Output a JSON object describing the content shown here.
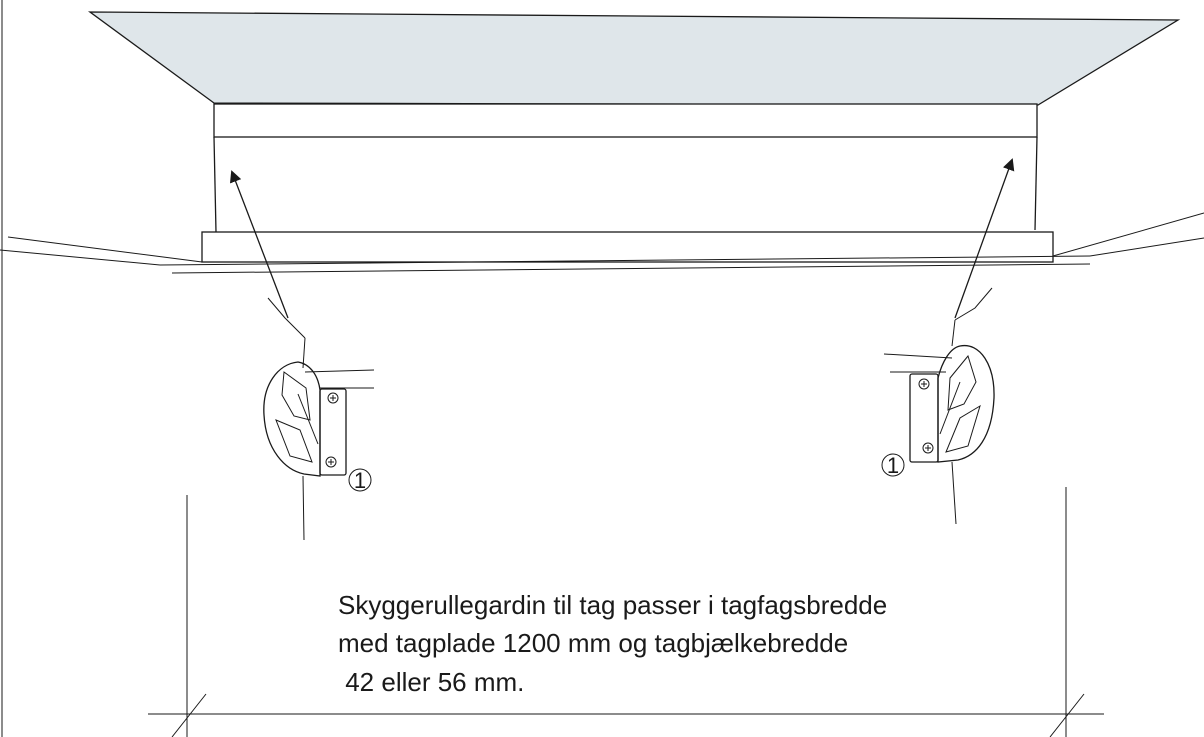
{
  "colors": {
    "blind_fabric": "#dfe6ea",
    "line": "#1a1a1a",
    "background": "#ffffff"
  },
  "callouts": {
    "left_marker": "1",
    "right_marker": "1"
  },
  "description": {
    "line1": "Skyggerullegardin til tag passer i tagfagsbredde",
    "line2": "med tagplade 1200 mm og tagbjælkebredde",
    "line3": " 42 eller 56 mm."
  }
}
